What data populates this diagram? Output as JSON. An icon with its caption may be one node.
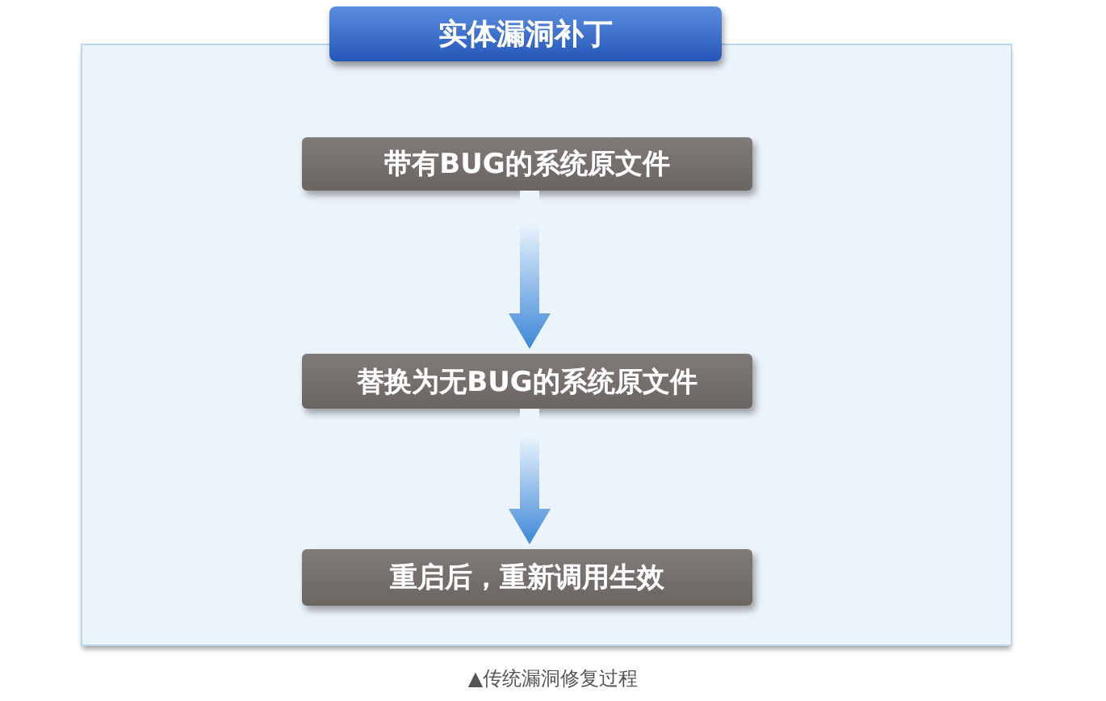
{
  "diagram": {
    "nodes": [
      {
        "text": [
          "实体漏洞补丁"
        ]
      },
      {
        "text": [],
        "shape": "box"
      },
      {
        "text": [
          "带有BUG的系统原文件"
        ],
        "in": 1
      },
      {
        "text": [
          "替换为无BUG的系统原文件"
        ],
        "in": 1
      },
      {
        "text": [
          "重启后，重新调用生效"
        ],
        "in": 1
      }
    ],
    "edges": [
      {
        "from": 2,
        "to": 3,
        "arrow": "to"
      },
      {
        "from": 3,
        "to": 4,
        "arrow": "to"
      }
    ],
    "caption": "▲传统漏洞修复过程"
  }
}
